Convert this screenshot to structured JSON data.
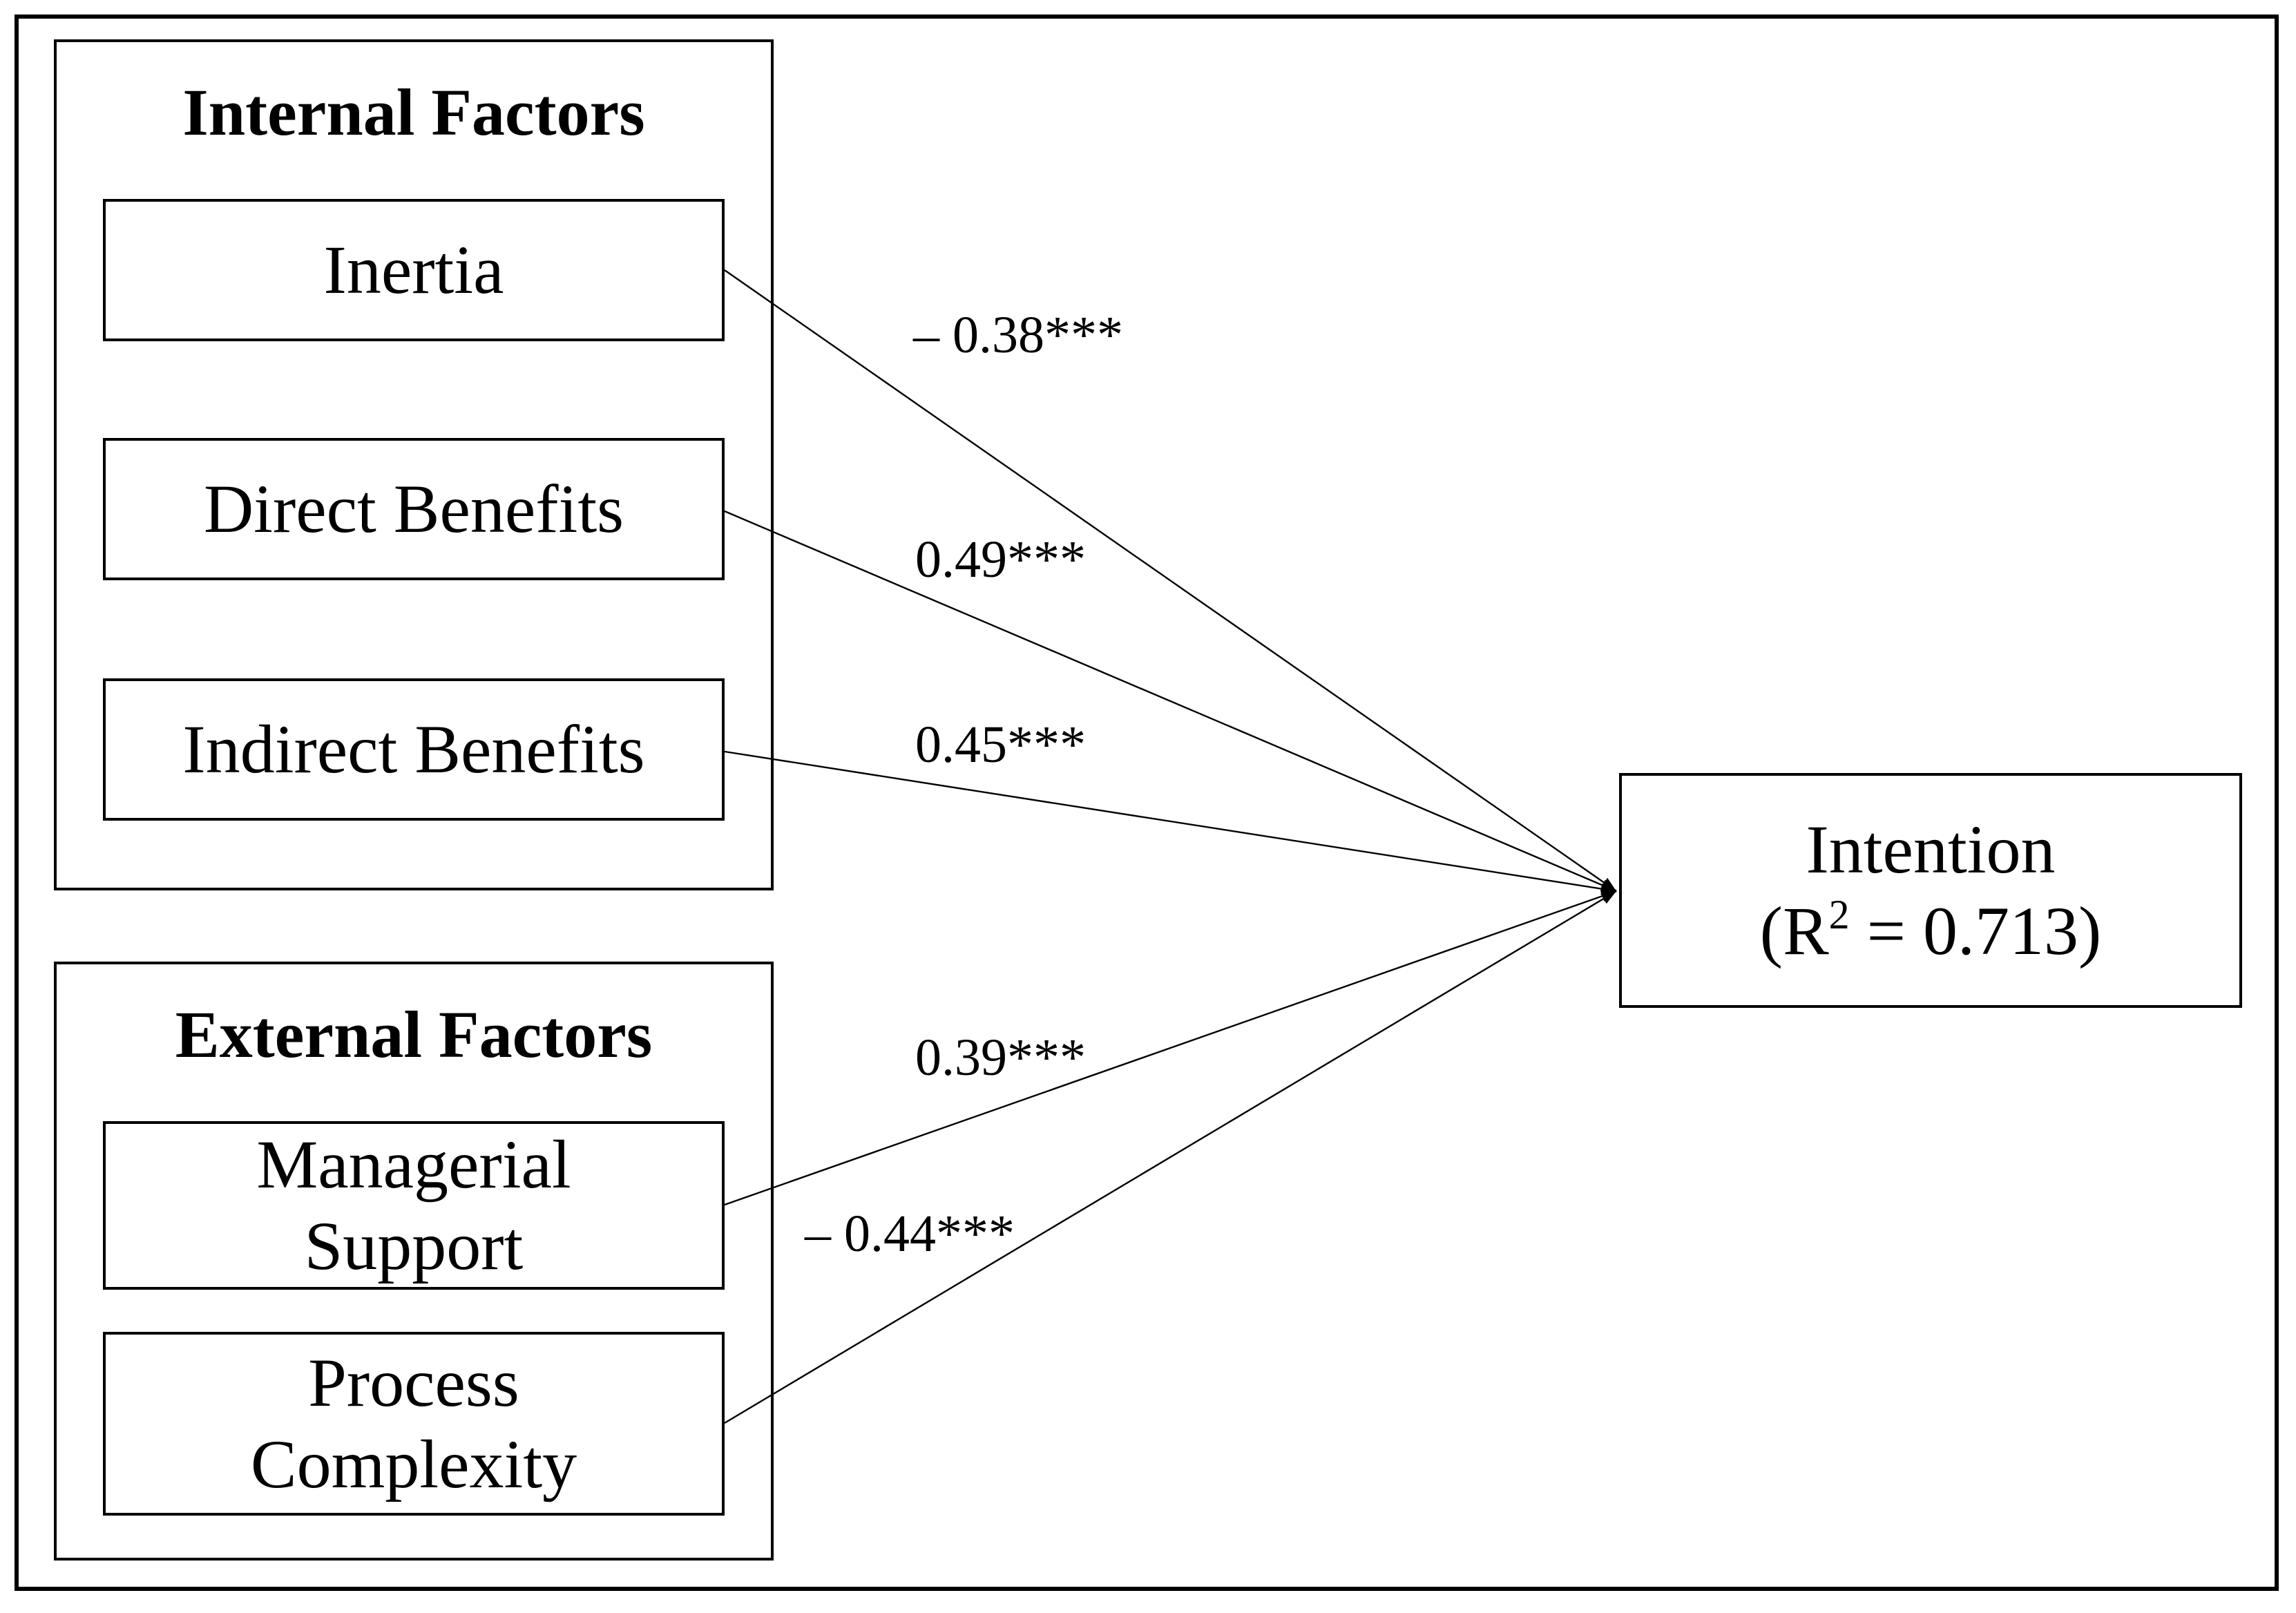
{
  "groups": {
    "internal": {
      "title": "Internal Factors"
    },
    "external": {
      "title": "External Factors"
    }
  },
  "nodes": {
    "inertia": {
      "label": "Inertia"
    },
    "direct_benefits": {
      "label": "Direct Benefits"
    },
    "indirect_benefits": {
      "label": "Indirect Benefits"
    },
    "managerial_support": {
      "line1": "Managerial",
      "line2": "Support"
    },
    "process_complexity": {
      "line1": "Process",
      "line2": "Complexity"
    },
    "intention": {
      "line1": "Intention",
      "line2_prefix": "(R",
      "line2_sup": "2",
      "line2_suffix": " = 0.713)"
    }
  },
  "paths": {
    "inertia": "– 0.38***",
    "direct_benefits": "0.49***",
    "indirect_benefits": "0.45***",
    "managerial_support": "0.39***",
    "process_complexity": "– 0.44***"
  }
}
